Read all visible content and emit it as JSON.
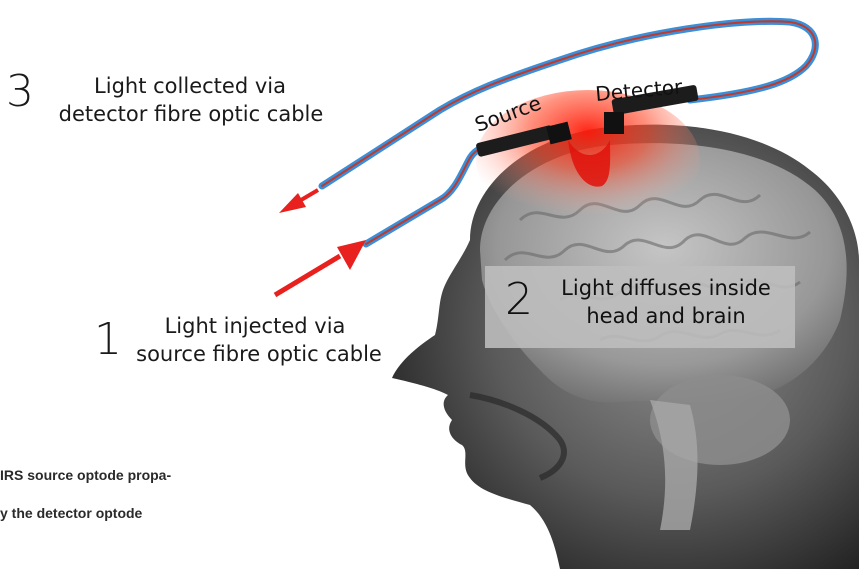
{
  "labels": {
    "source": "Source",
    "detector": "Detector"
  },
  "steps": {
    "step1": {
      "number": "1",
      "line1": "Light injected via",
      "line2": "source fibre optic cable"
    },
    "step2": {
      "number": "2",
      "line1": "Light diffuses inside",
      "line2": "head and brain"
    },
    "step3": {
      "number": "3",
      "line1": "Light collected via",
      "line2": "detector fibre optic cable"
    }
  },
  "caption": {
    "line1": "IRS source optode propa-",
    "line2": "y the detector optode"
  },
  "colors": {
    "cable_outer": "#3a8fd8",
    "cable_core": "#c0392b",
    "arrow": "#e8201e",
    "glow": "#ff2a1a",
    "optode": "#1c1c1c"
  }
}
